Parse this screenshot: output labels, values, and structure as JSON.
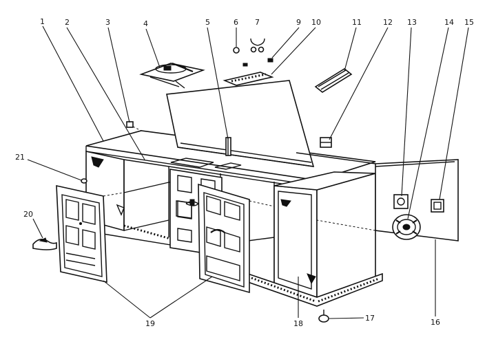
{
  "callouts": {
    "c1": "1",
    "c2": "2",
    "c3": "3",
    "c4": "4",
    "c5": "5",
    "c6": "6",
    "c7": "7",
    "c9": "9",
    "c10": "10",
    "c11": "11",
    "c12": "12",
    "c13": "13",
    "c14": "14",
    "c15": "15",
    "c16": "16",
    "c17": "17",
    "c18": "18",
    "c19": "19",
    "c20": "20",
    "c21": "21"
  },
  "colors": {
    "ink": "#111111",
    "paper": "#ffffff"
  }
}
